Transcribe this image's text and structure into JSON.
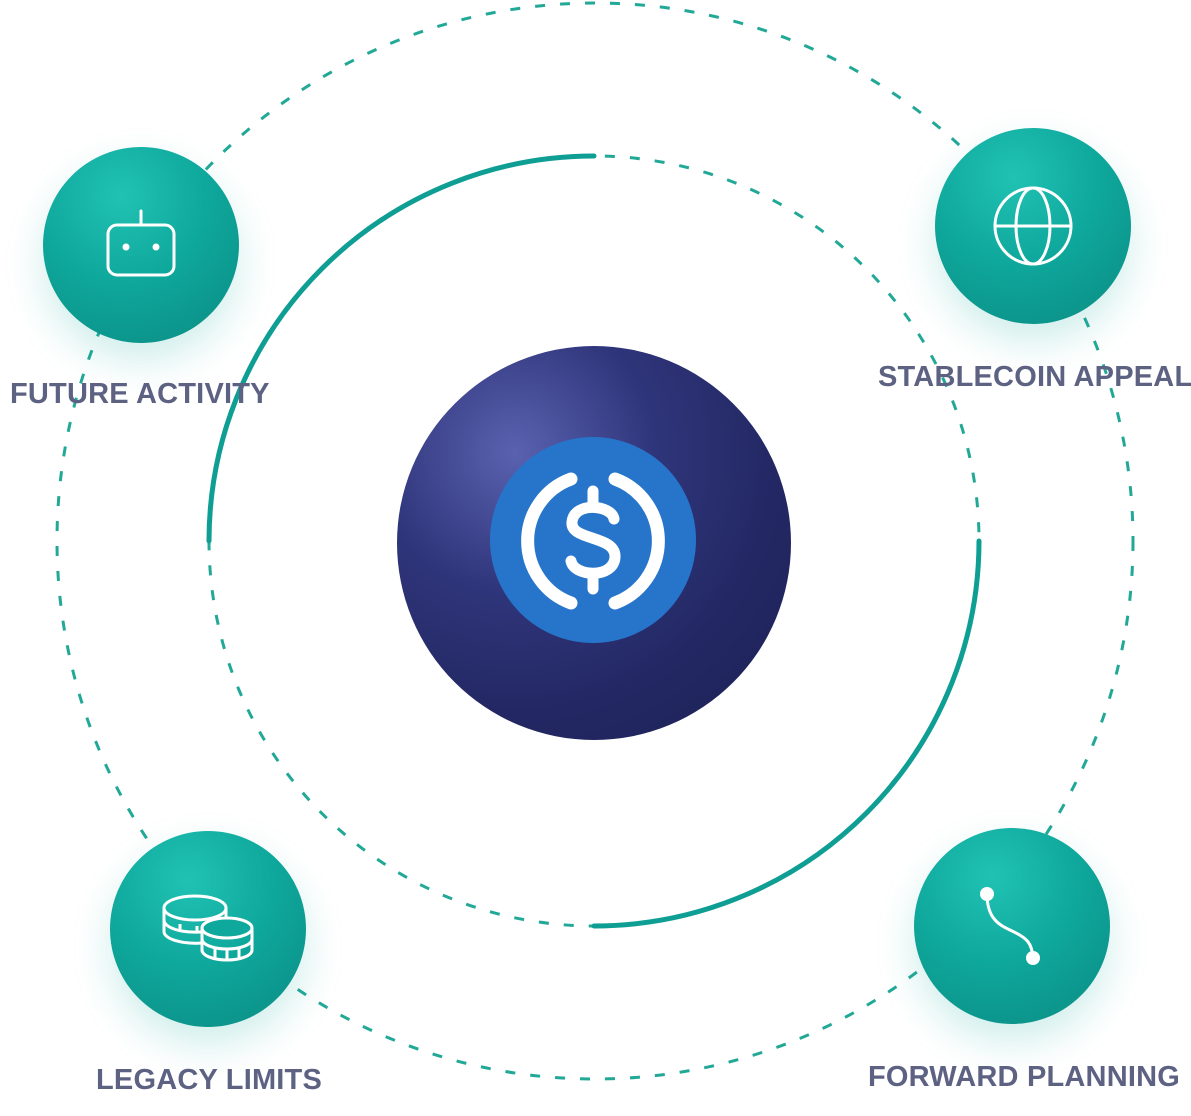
{
  "center": {
    "icon": "usdc-dollar-icon",
    "coin_color": "#2775CA",
    "disc_color": "#232864"
  },
  "nodes": [
    {
      "label": "FUTURE ACTIVITY",
      "icon": "robot-icon"
    },
    {
      "label": "STABLECOIN APPEAL",
      "icon": "globe-icon"
    },
    {
      "label": "LEGACY LIMITS",
      "icon": "coins-icon"
    },
    {
      "label": "FORWARD PLANNING",
      "icon": "path-icon"
    }
  ],
  "colors": {
    "accent": "#0FA89C",
    "label": "#5D6283",
    "orbit": "#1AA596"
  }
}
